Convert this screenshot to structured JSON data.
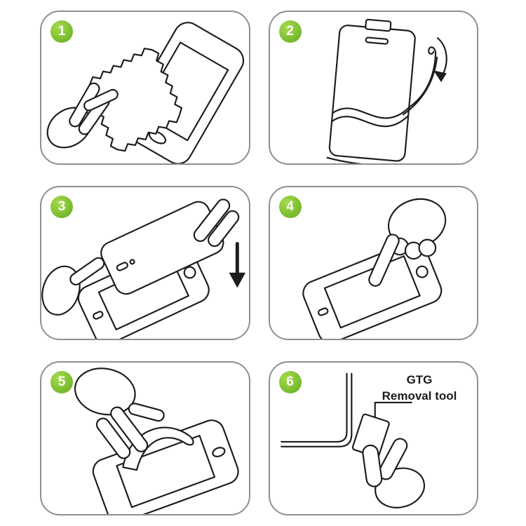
{
  "colors": {
    "accent_green": "#74b72a",
    "accent_green_light": "#a6d94e",
    "line": "#1c1c1c",
    "panel_border": "#8f8f8f",
    "background": "#ffffff"
  },
  "steps": [
    {
      "number": "1",
      "illustration": "clean-screen-with-cloth"
    },
    {
      "number": "2",
      "illustration": "peel-off-backing-film"
    },
    {
      "number": "3",
      "illustration": "align-protector-over-screen"
    },
    {
      "number": "4",
      "illustration": "press-screen-center"
    },
    {
      "number": "5",
      "illustration": "smooth-out-film"
    },
    {
      "number": "6",
      "illustration": "corner-lift-with-removal-tool",
      "label": {
        "line1": "GTG",
        "line2": "Removal tool"
      }
    }
  ]
}
